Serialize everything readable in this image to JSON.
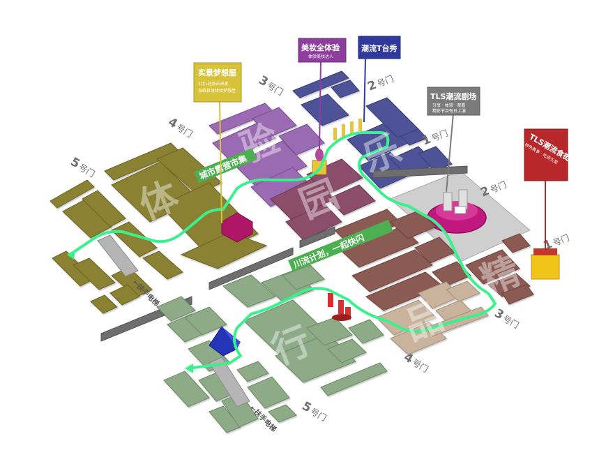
{
  "signs": {
    "dream_house": {
      "title": "实景梦想屋",
      "line1": "1比1还原未来家",
      "line2": "身临其境体验梦想屋",
      "color": "#d8c23a"
    },
    "makeup": {
      "title": "美妆全体验",
      "line1": "体验美妆达人",
      "color": "#8e3f9e"
    },
    "runway": {
      "title": "潮流T台秀",
      "color": "#2f3a9b"
    },
    "tls_theater": {
      "title": "TLS潮流剧场",
      "line1": "分享 · 体验 · 观看",
      "line2": "精彩节目每日上演",
      "color": "#7b7b7b"
    },
    "tls_food": {
      "title": "TLS潮流食街",
      "line1": "特色美食 · 吃货天堂",
      "color": "#b8282a"
    }
  },
  "banners": {
    "city_market": "城市露营市集",
    "chuanliu": "川流计划，一起快闪"
  },
  "gates": [
    {
      "num": "5",
      "suffix": "号门"
    },
    {
      "num": "4",
      "suffix": "号门"
    },
    {
      "num": "3",
      "suffix": "号门"
    },
    {
      "num": "2",
      "suffix": "号门"
    },
    {
      "num": "1",
      "suffix": "号门"
    },
    {
      "num": "2",
      "suffix": "号门"
    },
    {
      "num": "1",
      "suffix": "号门"
    },
    {
      "num": "3",
      "suffix": "号门"
    },
    {
      "num": "4",
      "suffix": "号门"
    },
    {
      "num": "5",
      "suffix": "号门"
    }
  ],
  "escalators": {
    "upper": "←扶手电梯",
    "lower": "←扶手电梯"
  },
  "watermark": [
    "体",
    "验",
    "乐",
    "园",
    "精",
    "品",
    "行"
  ],
  "colors": {
    "route": "#38f28e",
    "olive": "#8a8232",
    "purple": "#9a6ab2",
    "navy": "#4e5296",
    "brown": "#8b5a52",
    "tan": "#c9b39c",
    "green": "#8cab86",
    "magenta": "#c0187e"
  }
}
